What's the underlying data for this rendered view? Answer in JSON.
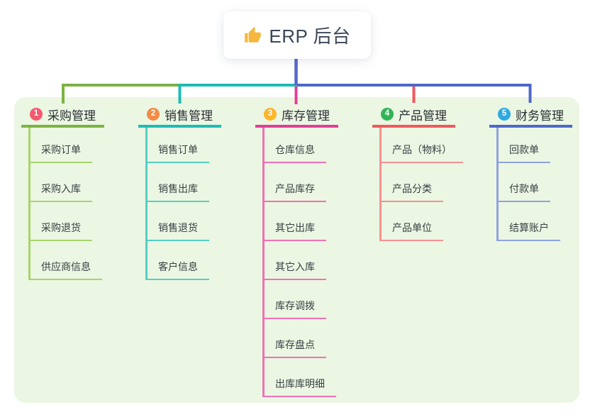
{
  "root": {
    "label": "ERP 后台",
    "icon": "thumbs-up-icon",
    "icon_color": "#f5b83d"
  },
  "colors": {
    "panel_background": "#ebf6e3",
    "root_stem": "#5668cb"
  },
  "branches": [
    {
      "number": "1",
      "title": "采购管理",
      "badge_color": "#f3596f",
      "line_color": "#7cb342",
      "child_line_color": "#a8d46b",
      "children": [
        "采购订单",
        "采购入库",
        "采购退货",
        "供应商信息"
      ]
    },
    {
      "number": "2",
      "title": "销售管理",
      "badge_color": "#f68a44",
      "line_color": "#1cbcb4",
      "child_line_color": "#55cec5",
      "children": [
        "销售订单",
        "销售出库",
        "销售退货",
        "客户信息"
      ]
    },
    {
      "number": "3",
      "title": "库存管理",
      "badge_color": "#fdb52a",
      "line_color": "#e23e96",
      "child_line_color": "#ef72b4",
      "children": [
        "仓库信息",
        "产品库存",
        "其它出库",
        "其它入库",
        "库存调拨",
        "库存盘点",
        "出库库明细"
      ]
    },
    {
      "number": "4",
      "title": "产品管理",
      "badge_color": "#33b457",
      "line_color": "#f2585c",
      "child_line_color": "#f59193",
      "children": [
        "产品（物料）",
        "产品分类",
        "产品单位"
      ]
    },
    {
      "number": "5",
      "title": "财务管理",
      "badge_color": "#2eaae1",
      "line_color": "#4e68c9",
      "child_line_color": "#8fa2dd",
      "children": [
        "回款单",
        "付款单",
        "结算账户"
      ]
    }
  ]
}
